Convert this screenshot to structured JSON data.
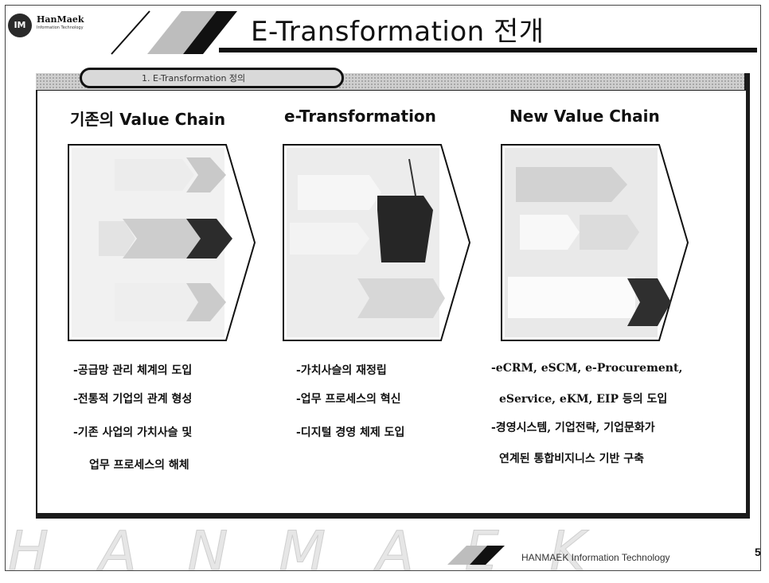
{
  "logo": {
    "badge": "IM",
    "name": "HanMaek",
    "sub": "Information Technology"
  },
  "slide": {
    "title": "E-Transformation 전개",
    "banner_label": "1. E-Transformation 정의"
  },
  "columns": [
    {
      "heading": "기존의 Value Chain",
      "bullets": [
        "-공급망 관리 체계의 도입",
        "-전통적 기업의 관계 형성",
        "-기존 사업의 가치사슬 및",
        "업무 프로세스의 해체"
      ]
    },
    {
      "heading": "e-Transformation",
      "bullets": [
        "-가치사슬의 재정립",
        "-업무 프로세스의 혁신",
        "-디지털 경영 체제 도입"
      ]
    },
    {
      "heading": "New Value Chain",
      "bullets": [
        "-eCRM, eSCM, e-Procurement,",
        "eService, eKM, EIP 등의 도입",
        "-경영시스템, 기업전략, 기업문화가",
        "연계된 통합비지니스 기반 구축"
      ]
    }
  ],
  "footer": {
    "watermark": "HANMAEK",
    "company": "HANMAEK Information Technology",
    "page": "5"
  }
}
